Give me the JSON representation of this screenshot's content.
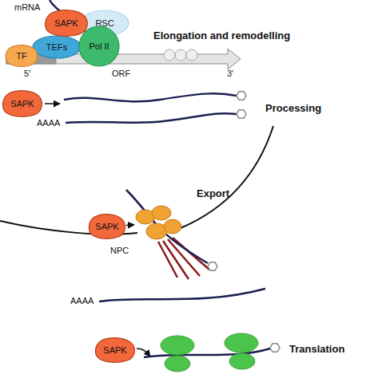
{
  "diagram": {
    "nodes": [
      {
        "text": [
          "SAPK"
        ]
      },
      {
        "text": [
          "RSC"
        ]
      },
      {
        "text": [
          "TEFs"
        ]
      },
      {
        "text": [
          "Pol II"
        ]
      },
      {
        "text": [
          "TF"
        ]
      },
      {
        "text": [
          "SAPK"
        ]
      },
      {
        "text": [
          "SAPK"
        ]
      },
      {
        "text": [
          "NPC"
        ]
      },
      {
        "text": [
          "SAPK"
        ]
      }
    ],
    "edges": [
      {
        "from": 6,
        "to": 7,
        "arrow": "to"
      }
    ],
    "labels": [
      "mRNA",
      "5′",
      "ORF",
      "3′",
      "Elongation and remodelling",
      "Processing",
      "AAAA",
      "Export",
      "AAAA",
      "Translation"
    ]
  }
}
